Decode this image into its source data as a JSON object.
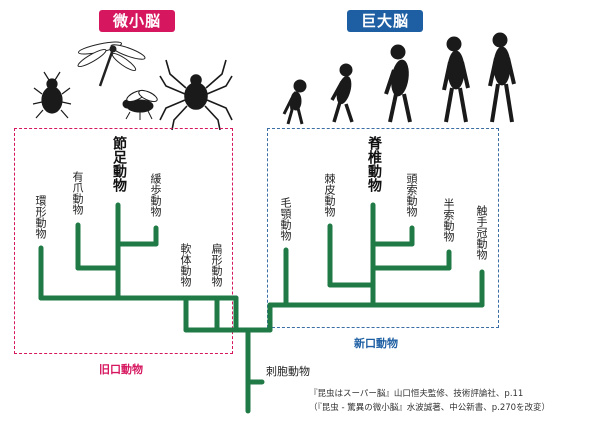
{
  "headers": {
    "micro_brain": "微小脳",
    "mega_brain": "巨大脳"
  },
  "groups": {
    "protostomes": "旧口動物",
    "deuterostomes": "新口動物"
  },
  "taxa": {
    "annelida": "環形動物",
    "onychophora": "有爪動物",
    "arthropoda": "節足動物",
    "tardigrada": "緩歩動物",
    "mollusca": "軟体動物",
    "platyhelminthes": "扁形動物",
    "chaetognatha": "毛顎動物",
    "echinodermata": "棘皮動物",
    "chordata": "脊椎動物",
    "hemichordata": "頭索動物",
    "hemichordata2": "半索動物",
    "lophophorata": "触手冠動物",
    "cnidaria": "刺胞動物"
  },
  "caption": {
    "line1": "『昆虫はスーパー脳』山口恒夫監修、技術評論社、p.11",
    "line2": "（『昆虫 - 驚異の微小脳』水波誠著、中公新書、p.270を改変）"
  },
  "colors": {
    "tree": "#1f7a45",
    "micro": "#d6175f",
    "mega": "#1e5fa3",
    "protostome_box": "#d6175f",
    "deuterostome_box": "#3a6ea5"
  }
}
